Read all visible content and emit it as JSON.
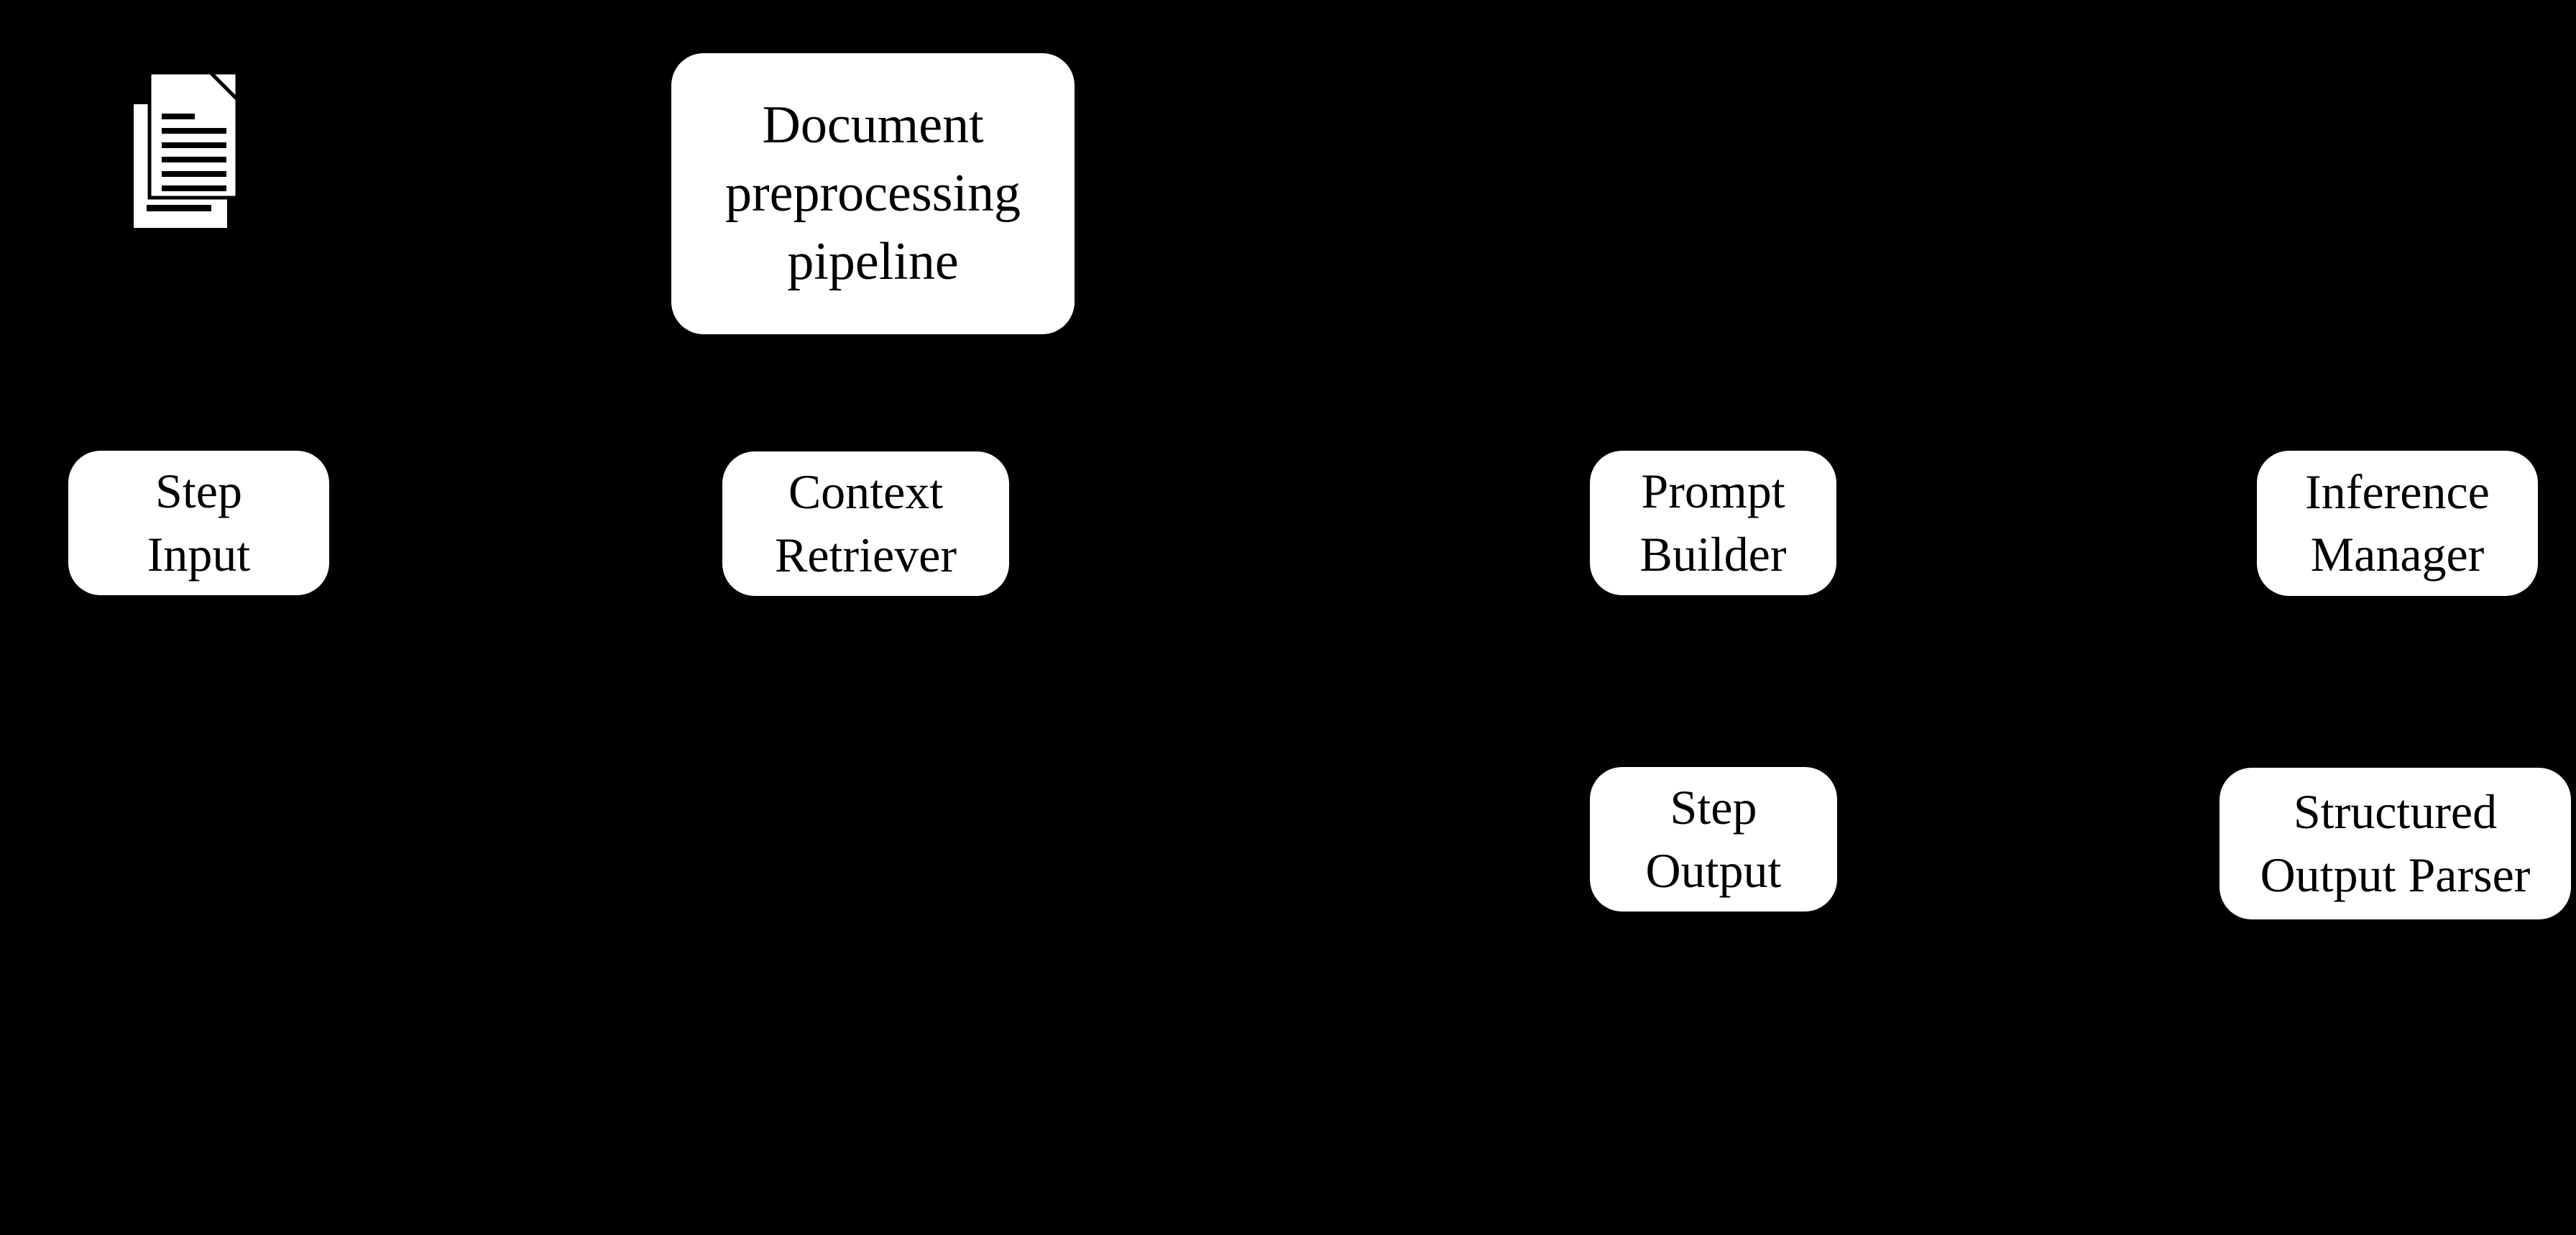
{
  "diagram": {
    "background_color": "#000000",
    "node_fill_color": "#ffffff",
    "node_text_color": "#000000",
    "nodes": [
      {
        "id": "document-preprocessing-pipeline",
        "label": "Document\npreprocessing\npipeline"
      },
      {
        "id": "step-input",
        "label": "Step\nInput"
      },
      {
        "id": "context-retriever",
        "label": "Context\nRetriever"
      },
      {
        "id": "prompt-builder",
        "label": "Prompt\nBuilder"
      },
      {
        "id": "inference-manager",
        "label": "Inference\nManager"
      },
      {
        "id": "step-output",
        "label": "Step\nOutput"
      },
      {
        "id": "structured-output-parser",
        "label": "Structured\nOutput Parser"
      }
    ],
    "icons": [
      {
        "id": "document-stack-icon",
        "name": "document-stack-icon"
      }
    ]
  }
}
